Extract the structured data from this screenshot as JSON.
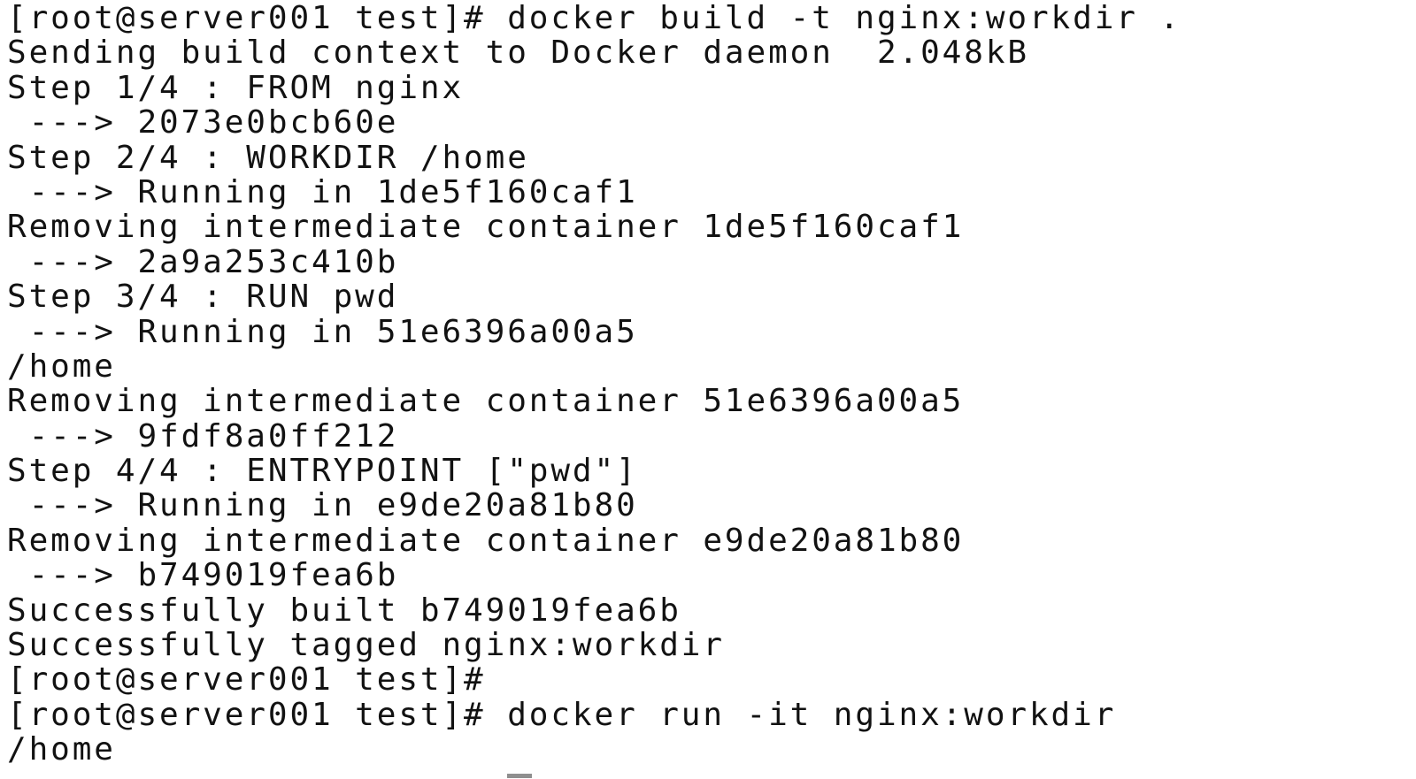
{
  "terminal": {
    "background_color": "#ffffff",
    "text_color": "#121212",
    "cursor_color": "#8f8f8f",
    "lines": [
      "[root@server001 test]# docker build -t nginx:workdir .",
      "Sending build context to Docker daemon  2.048kB",
      "Step 1/4 : FROM nginx",
      " ---> 2073e0bcb60e",
      "Step 2/4 : WORKDIR /home",
      " ---> Running in 1de5f160caf1",
      "Removing intermediate container 1de5f160caf1",
      " ---> 2a9a253c410b",
      "Step 3/4 : RUN pwd",
      " ---> Running in 51e6396a00a5",
      "/home",
      "Removing intermediate container 51e6396a00a5",
      " ---> 9fdf8a0ff212",
      "Step 4/4 : ENTRYPOINT [\"pwd\"]",
      " ---> Running in e9de20a81b80",
      "Removing intermediate container e9de20a81b80",
      " ---> b749019fea6b",
      "Successfully built b749019fea6b",
      "Successfully tagged nginx:workdir",
      "[root@server001 test]#",
      "[root@server001 test]# docker run -it nginx:workdir",
      "/home"
    ]
  }
}
